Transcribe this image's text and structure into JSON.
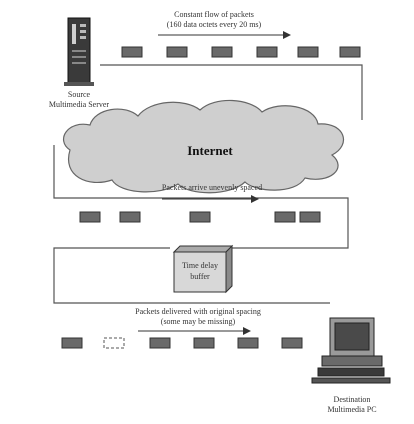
{
  "source": {
    "line1": "Source",
    "line2": "Multimedia Server"
  },
  "top_caption": {
    "line1": "Constant flow of packets",
    "line2": "(160 data octets every 20 ms)"
  },
  "cloud": {
    "label": "Internet"
  },
  "middle_caption": "Packets arrive unevenly spaced",
  "buffer": {
    "line1": "Time delay",
    "line2": "buffer"
  },
  "bottom_caption": {
    "line1": "Packets delivered with original spacing",
    "line2": "(some may be missing)"
  },
  "destination": {
    "line1": "Destination",
    "line2": "Multimedia PC"
  },
  "packet_rows": {
    "top": [
      "packet",
      "packet",
      "packet",
      "packet",
      "packet",
      "packet"
    ],
    "middle": [
      "packet",
      "packet",
      "packet",
      "packet",
      "packet"
    ],
    "bottom": [
      "packet",
      "missing",
      "packet",
      "packet",
      "packet",
      "packet"
    ]
  },
  "colors": {
    "packet": "#6a6a6a",
    "cloud": "#cfcfcf",
    "buffer": "#d8d8d8"
  }
}
